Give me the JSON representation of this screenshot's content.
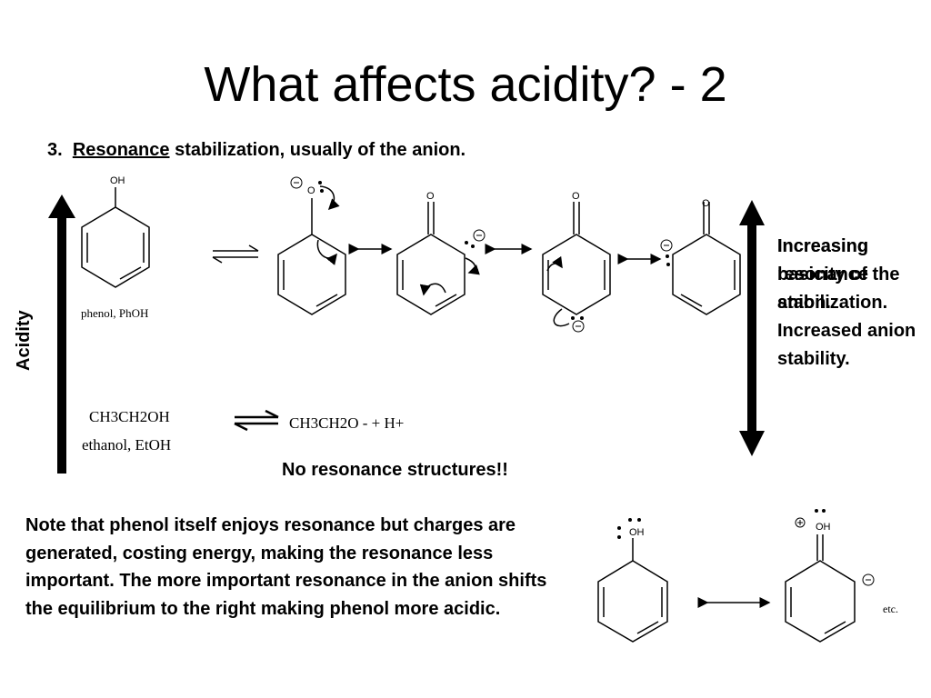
{
  "slide": {
    "title": "What affects acidity? - 2",
    "point_number": "3.",
    "point_keyword": "Resonance",
    "point_rest": " stabilization, usually of the anion.",
    "acidity_label": "Acidity",
    "phenol_label": "phenol, PhOH",
    "oh_label": "OH",
    "o_label": "O",
    "etc_label": "etc.",
    "ethanol_formula": "CH3CH2OH",
    "ethanol_label": "ethanol, EtOH",
    "ethoxide_formula": "CH3CH2O -  +  H+",
    "no_resonance": "No resonance structures!!",
    "side_text_a": "Increasing basicity of the anion.",
    "side_text_b": "Increasing resonance stabilization. Increased anion stability.",
    "note": "Note that phenol itself enjoys resonance but charges are generated, costing energy, making the resonance less important.  The more important resonance in the anion shifts the equilibrium to the right making phenol more acidic."
  },
  "colors": {
    "text": "#000000",
    "background": "#ffffff"
  }
}
